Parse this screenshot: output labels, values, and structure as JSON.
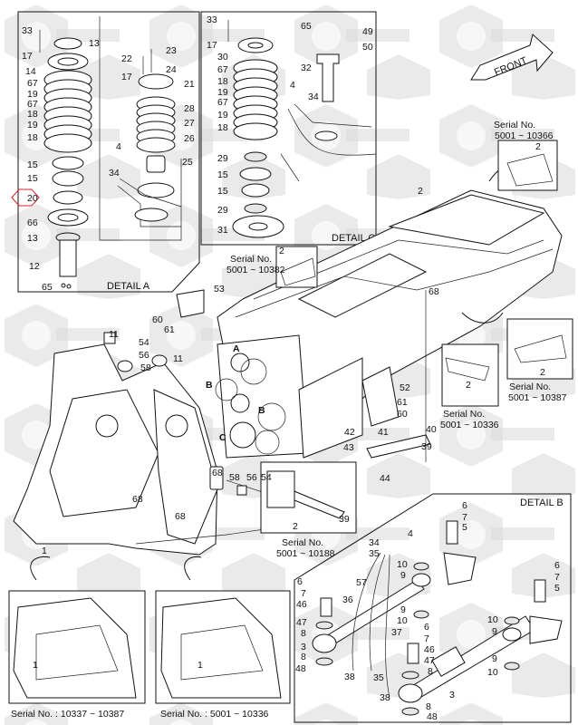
{
  "detail_a": {
    "title": "DETAIL A",
    "callouts": [
      "33",
      "13",
      "17",
      "14",
      "67",
      "19",
      "67",
      "18",
      "19",
      "18",
      "15",
      "15",
      "20",
      "66",
      "13",
      "12",
      "65",
      "22",
      "23",
      "24",
      "17",
      "21",
      "28",
      "27",
      "26",
      "4",
      "34",
      "25"
    ],
    "highlighted_callout": "20"
  },
  "detail_c": {
    "title": "DETAIL C",
    "callouts": [
      "33",
      "17",
      "30",
      "67",
      "18",
      "19",
      "67",
      "19",
      "18",
      "29",
      "15",
      "15",
      "29",
      "31",
      "65",
      "49",
      "50",
      "32",
      "4",
      "34"
    ]
  },
  "detail_b": {
    "title": "DETAIL B",
    "callouts": [
      "6",
      "7",
      "5",
      "4",
      "34",
      "35",
      "10",
      "9",
      "57",
      "6",
      "7",
      "46",
      "36",
      "9",
      "10",
      "47",
      "8",
      "3",
      "37",
      "6",
      "7",
      "46",
      "47",
      "8",
      "8",
      "48",
      "38",
      "35",
      "38",
      "3",
      "8",
      "48",
      "6",
      "7",
      "5",
      "10",
      "9",
      "9",
      "10"
    ]
  },
  "main": {
    "front_label": "FRONT",
    "callouts": [
      "2",
      "2",
      "2",
      "53",
      "68",
      "60",
      "61",
      "11",
      "54",
      "56",
      "58",
      "11",
      "A",
      "B",
      "B",
      "C",
      "52",
      "61",
      "60",
      "2",
      "2",
      "40",
      "41",
      "42",
      "43",
      "39",
      "44",
      "68",
      "58",
      "56",
      "54",
      "68",
      "68",
      "2",
      "39",
      "1",
      "1",
      "1"
    ]
  },
  "serial_insets": [
    {
      "label": "Serial No.",
      "range": "5001 ~ 10366"
    },
    {
      "label": "Serial No.",
      "range": "5001 ~ 10382"
    },
    {
      "label": "Serial No.",
      "range": "5001 ~ 10336"
    },
    {
      "label": "Serial No.",
      "range": "5001 ~ 10387"
    },
    {
      "label": "Serial No.",
      "range": "5001 ~ 10188"
    }
  ],
  "bottom_insets": [
    {
      "caption": "Serial No. : 10337 ~ 10387"
    },
    {
      "caption": "Serial No. : 5001 ~ 10336"
    }
  ],
  "colors": {
    "highlight": "#e0202a",
    "watermark": "#d9d9d9"
  }
}
